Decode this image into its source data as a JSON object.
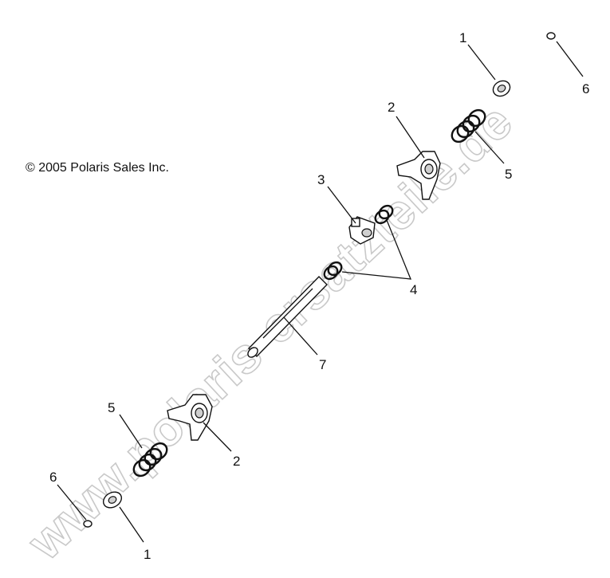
{
  "copyright": "© 2005 Polaris Sales Inc.",
  "watermark": "www.polaris-ersatzteile.de",
  "callouts": {
    "c1_top": "1",
    "c6_top": "6",
    "c2_top": "2",
    "c5_top": "5",
    "c3": "3",
    "c4": "4",
    "c7": "7",
    "c5_bottom": "5",
    "c2_bottom": "2",
    "c6_bottom": "6",
    "c1_bottom": "1"
  }
}
